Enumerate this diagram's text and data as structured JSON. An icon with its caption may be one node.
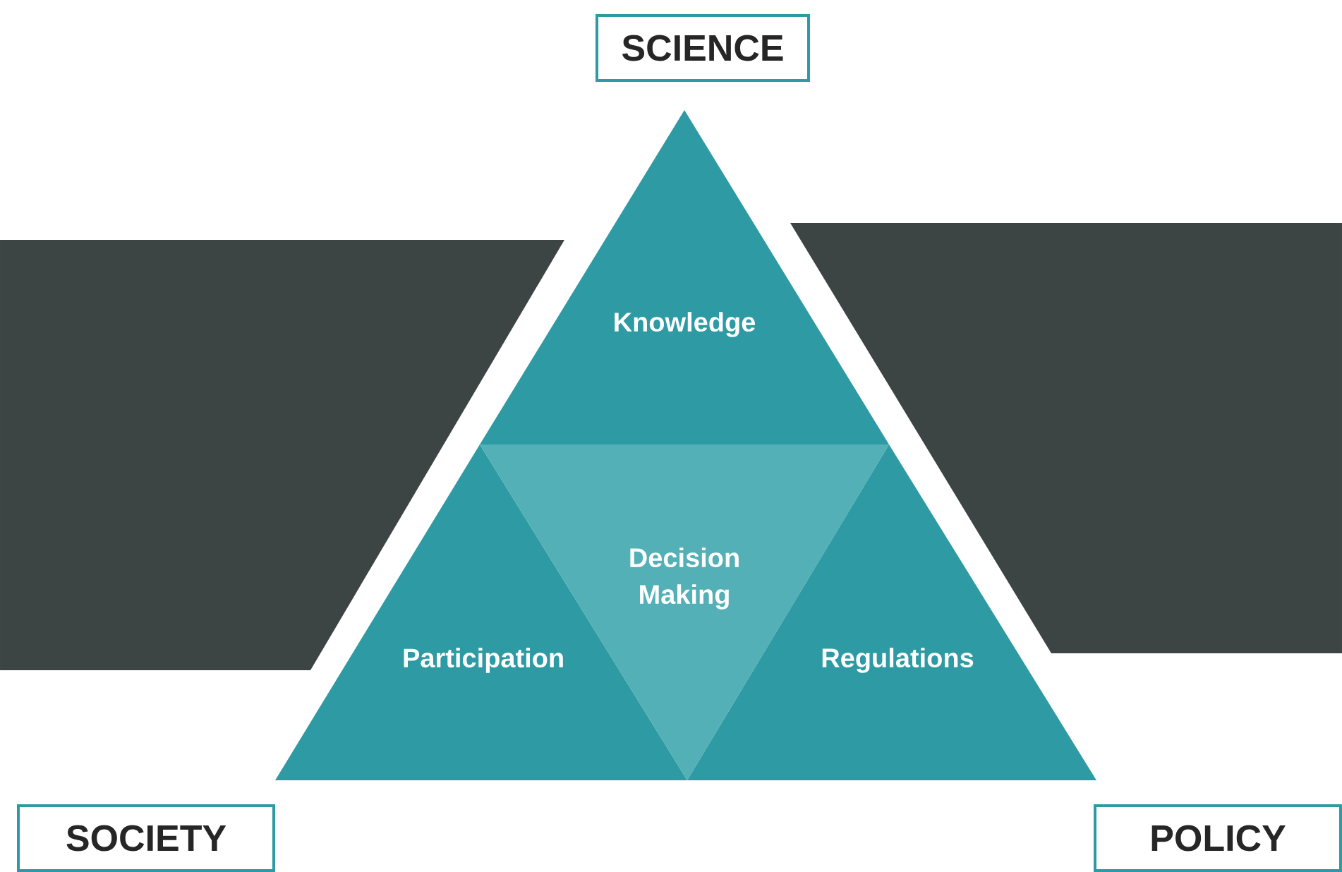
{
  "diagram": {
    "nodes": [
      {
        "text": [
          "SCIENCE"
        ]
      },
      {
        "text": [
          "Knowledge"
        ]
      },
      {
        "text": [
          "Participation"
        ]
      },
      {
        "text": [
          "Decision Making"
        ]
      },
      {
        "text": [
          "Regulations"
        ]
      },
      {
        "text": [
          "SOCIETY"
        ]
      },
      {
        "text": [
          "POLICY"
        ]
      },
      {
        "text": [],
        "shape": "band"
      },
      {
        "text": [],
        "shape": "band"
      }
    ]
  }
}
